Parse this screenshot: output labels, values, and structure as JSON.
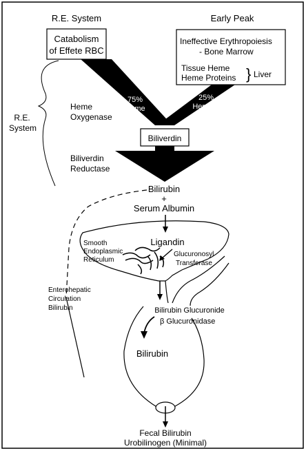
{
  "labels": {
    "re_system_top": "R.E. System",
    "early_peak": "Early Peak",
    "catabolism_line1": "Catabolism",
    "catabolism_line2": "of Effete RBC",
    "ineffective_line1": "Ineffective Erythropoiesis",
    "ineffective_line2": "- Bone Marrow",
    "tissue_heme": "Tissue Heme",
    "heme_proteins": "Heme Proteins",
    "liver_brace": "}",
    "liver": "Liver",
    "pct_left": "75%",
    "heme_left": "Heme",
    "pct_right": "25%",
    "heme_right": "Heme",
    "re_system_side_line1": "R.E.",
    "re_system_side_line2": "System",
    "heme_oxygenase_line1": "Heme",
    "heme_oxygenase_line2": "Oxygenase",
    "biliverdin": "Biliverdin",
    "biliverdin_reductase_line1": "Biliverdin",
    "biliverdin_reductase_line2": "Reductase",
    "bilirubin_top": "Bilirubin",
    "plus": "+",
    "serum_albumin": "Serum Albumin",
    "ligandin": "Ligandin",
    "smooth_er_line1": "Smooth",
    "smooth_er_line2": "Endoplasmic",
    "smooth_er_line3": "Reticulum",
    "glucuronosyl_line1": "Glucuronosyl",
    "glucuronosyl_line2": "Transferase",
    "enterohepatic_line1": "Enterohepatic",
    "enterohepatic_line2": "Circulation",
    "enterohepatic_line3": "Bilirubin",
    "bilirubin_glucuronide": "Bilirubin Glucuronide",
    "beta_glucuronidase": "β  Glucuronidase",
    "bilirubin_gut": "Bilirubin",
    "fecal_bilirubin": "Fecal Bilirubin",
    "urobilinogen": "Urobilinogen (Minimal)"
  },
  "colors": {
    "ink": "#000000",
    "paper": "#ffffff"
  }
}
